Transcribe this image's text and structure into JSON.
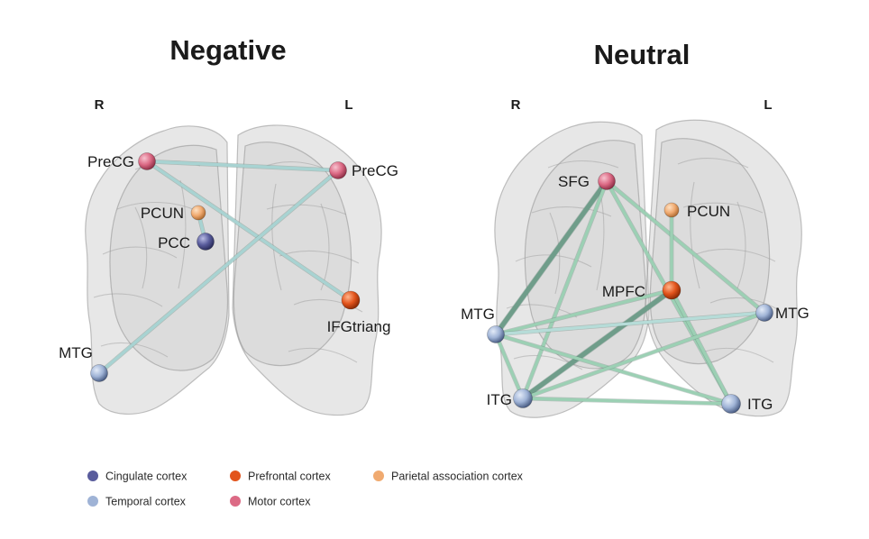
{
  "panels": [
    {
      "id": "negative",
      "title": "Negative",
      "side_right": "R",
      "side_left": "L",
      "nodes": [
        {
          "id": "precg_r",
          "label": "PreCG",
          "category": "motor"
        },
        {
          "id": "precg_l",
          "label": "PreCG",
          "category": "motor"
        },
        {
          "id": "pcun",
          "label": "PCUN",
          "category": "parietal"
        },
        {
          "id": "pcc",
          "label": "PCC",
          "category": "cingulate"
        },
        {
          "id": "ifg",
          "label": "IFGtriang",
          "category": "prefrontal"
        },
        {
          "id": "mtg_r",
          "label": "MTG",
          "category": "temporal"
        }
      ],
      "edges": [
        {
          "from": "precg_r",
          "to": "precg_l",
          "weight": 1,
          "color": "#a8d3d2"
        },
        {
          "from": "precg_r",
          "to": "ifg",
          "weight": 1,
          "color": "#a8d3d2"
        },
        {
          "from": "precg_l",
          "to": "mtg_r",
          "weight": 1,
          "color": "#a8d3d2"
        },
        {
          "from": "pcun",
          "to": "pcc",
          "weight": 1,
          "color": "#a8d3d2"
        }
      ]
    },
    {
      "id": "neutral",
      "title": "Neutral",
      "side_right": "R",
      "side_left": "L",
      "nodes": [
        {
          "id": "sfg",
          "label": "SFG",
          "category": "motor"
        },
        {
          "id": "pcun",
          "label": "PCUN",
          "category": "parietal"
        },
        {
          "id": "mpfc",
          "label": "MPFC",
          "category": "prefrontal"
        },
        {
          "id": "mtg_r",
          "label": "MTG",
          "category": "temporal"
        },
        {
          "id": "mtg_l",
          "label": "MTG",
          "category": "temporal"
        },
        {
          "id": "itg_r",
          "label": "ITG",
          "category": "temporal"
        },
        {
          "id": "itg_l",
          "label": "ITG",
          "category": "temporal"
        }
      ],
      "edges": [
        {
          "from": "sfg",
          "to": "mtg_r",
          "weight": 2,
          "color": "#6f9d8a"
        },
        {
          "from": "sfg",
          "to": "itg_r",
          "weight": 1,
          "color": "#9cd0b4"
        },
        {
          "from": "sfg",
          "to": "mtg_l",
          "weight": 1,
          "color": "#9cd0b4"
        },
        {
          "from": "sfg",
          "to": "itg_l",
          "weight": 1,
          "color": "#9cd0b4"
        },
        {
          "from": "pcun",
          "to": "mpfc",
          "weight": 1,
          "color": "#9cd0b4"
        },
        {
          "from": "mpfc",
          "to": "itg_r",
          "weight": 2,
          "color": "#6f9d8a"
        },
        {
          "from": "mpfc",
          "to": "mtg_r",
          "weight": 1,
          "color": "#9cd0b4"
        },
        {
          "from": "mpfc",
          "to": "itg_l",
          "weight": 1,
          "color": "#9cd0b4"
        },
        {
          "from": "mtg_r",
          "to": "itg_r",
          "weight": 1,
          "color": "#9cd0b4"
        },
        {
          "from": "mtg_r",
          "to": "mtg_l",
          "weight": 1,
          "color": "#b6dcd8"
        },
        {
          "from": "mtg_r",
          "to": "itg_l",
          "weight": 1,
          "color": "#9cd0b4"
        },
        {
          "from": "itg_r",
          "to": "itg_l",
          "weight": 1,
          "color": "#9cd0b4"
        },
        {
          "from": "itg_r",
          "to": "mtg_l",
          "weight": 1,
          "color": "#9cd0b4"
        }
      ]
    }
  ],
  "legend": [
    {
      "category": "cingulate",
      "label": "Cingulate cortex",
      "color": "#595c9c"
    },
    {
      "category": "prefrontal",
      "label": "Prefrontal cortex",
      "color": "#e2541c"
    },
    {
      "category": "parietal",
      "label": "Parietal association cortex",
      "color": "#f0aa70"
    },
    {
      "category": "temporal",
      "label": "Temporal cortex",
      "color": "#9fb3d6"
    },
    {
      "category": "motor",
      "label": "Motor cortex",
      "color": "#dc6a85"
    }
  ]
}
